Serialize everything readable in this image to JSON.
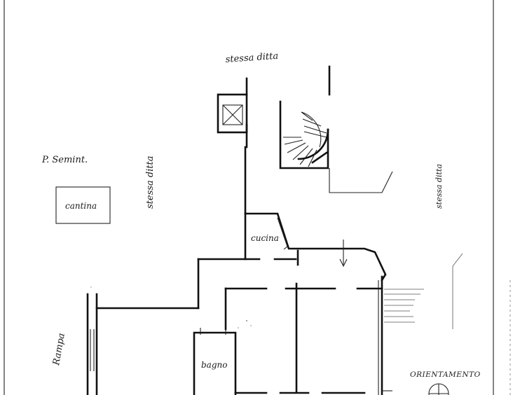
{
  "plan": {
    "label_top": "stessa ditta",
    "label_left_vertical": "stessa ditta",
    "label_right_vertical": "stessa ditta",
    "label_floor": "P. Semint.",
    "label_cantina": "cantina",
    "label_cucina": "cucina",
    "label_bagno": "bagno",
    "label_rampa": "Rampa",
    "label_orientamento": "ORIENTAMENTO"
  }
}
